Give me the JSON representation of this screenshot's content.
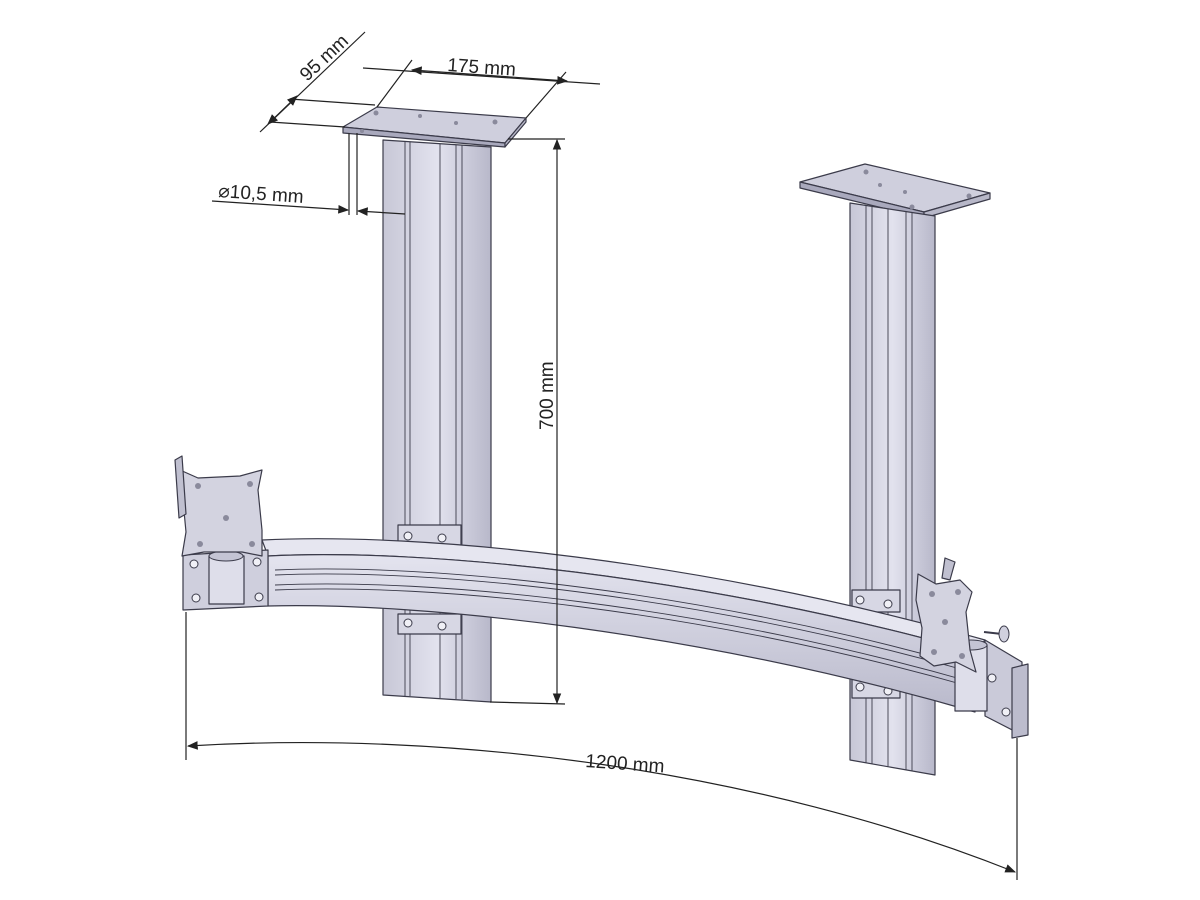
{
  "dimensions": {
    "width_top": "175 mm",
    "depth_top": "95 mm",
    "hole_diameter": "⌀10,5 mm",
    "height": "700 mm",
    "span": "1200 mm"
  },
  "colors": {
    "metal_light": "#d9d9e6",
    "metal_mid": "#c4c4d4",
    "metal_dark": "#a9a9bd",
    "edge": "#3b3b4a",
    "dimension": "#222222"
  }
}
